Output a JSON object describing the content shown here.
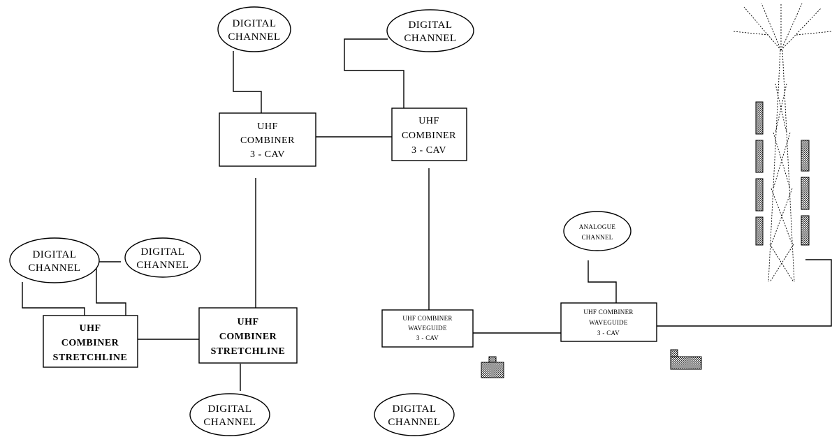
{
  "diagram": {
    "digital_channel_line1": "DIGITAL",
    "digital_channel_line2": "CHANNEL",
    "analogue_channel_line1": "ANALOGUE",
    "analogue_channel_line2": "CHANNEL",
    "combiner_3cav": {
      "line1": "UHF",
      "line2": "COMBINER",
      "line3": "3 - CAV"
    },
    "combiner_stretchline": {
      "line1": "UHF",
      "line2": "COMBINER",
      "line3": "STRETCHLINE"
    },
    "combiner_waveguide": {
      "line1": "UHF COMBINER",
      "line2": "WAVEGUIDE",
      "line3": "3 - CAV"
    }
  }
}
